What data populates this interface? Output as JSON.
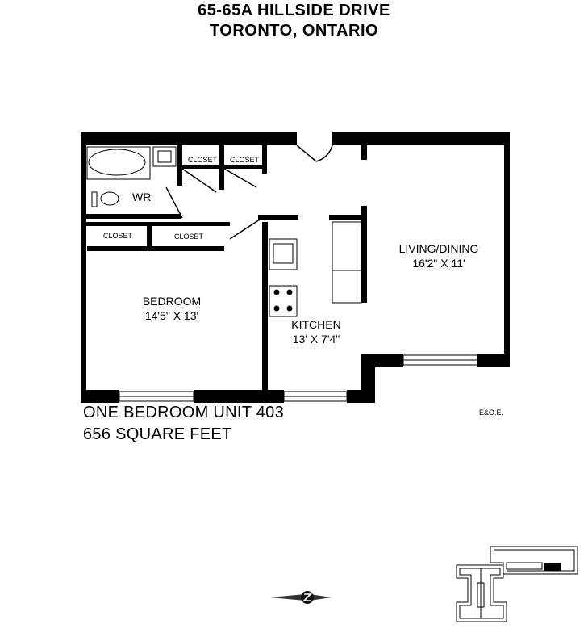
{
  "header": {
    "line1": "65-65A HILLSIDE DRIVE",
    "line2": "TORONTO, ONTARIO"
  },
  "plan": {
    "rooms": {
      "bedroom_name": "BEDROOM",
      "bedroom_size": "14'5\" X 13'",
      "living_name": "LIVING/DINING",
      "living_size": "16'2\" X 11'",
      "kitchen_name": "KITCHEN",
      "kitchen_size": "13' X 7'4\"",
      "wr": "WR"
    },
    "closets": [
      "CLOSET",
      "CLOSET",
      "CLOSET",
      "CLOSET"
    ],
    "wall_color": "#000000"
  },
  "unit": {
    "title": "ONE BEDROOM UNIT 403",
    "area": "656 SQUARE FEET"
  },
  "disclaimer": "E&O.E."
}
